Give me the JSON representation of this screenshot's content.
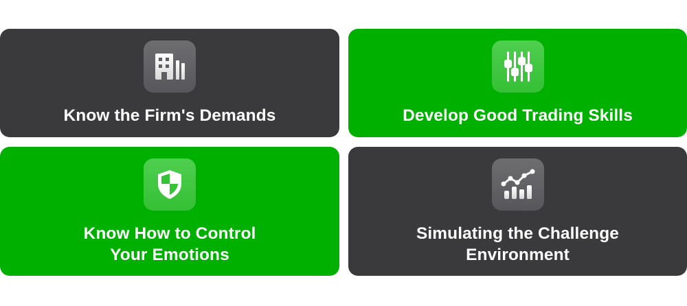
{
  "cards": [
    {
      "title": "Know the Firm's Demands",
      "icon": "building-icon",
      "theme": "dark"
    },
    {
      "title": "Develop Good Trading Skills",
      "icon": "sliders-icon",
      "theme": "green"
    },
    {
      "title": "Know How to Control\nYour Emotions",
      "icon": "shield-icon",
      "theme": "green"
    },
    {
      "title": "Simulating the Challenge\nEnvironment",
      "icon": "chart-icon",
      "theme": "dark"
    }
  ],
  "colors": {
    "dark_card": "#3a393b",
    "green_card": "#00b000",
    "text": "#ffffff"
  }
}
